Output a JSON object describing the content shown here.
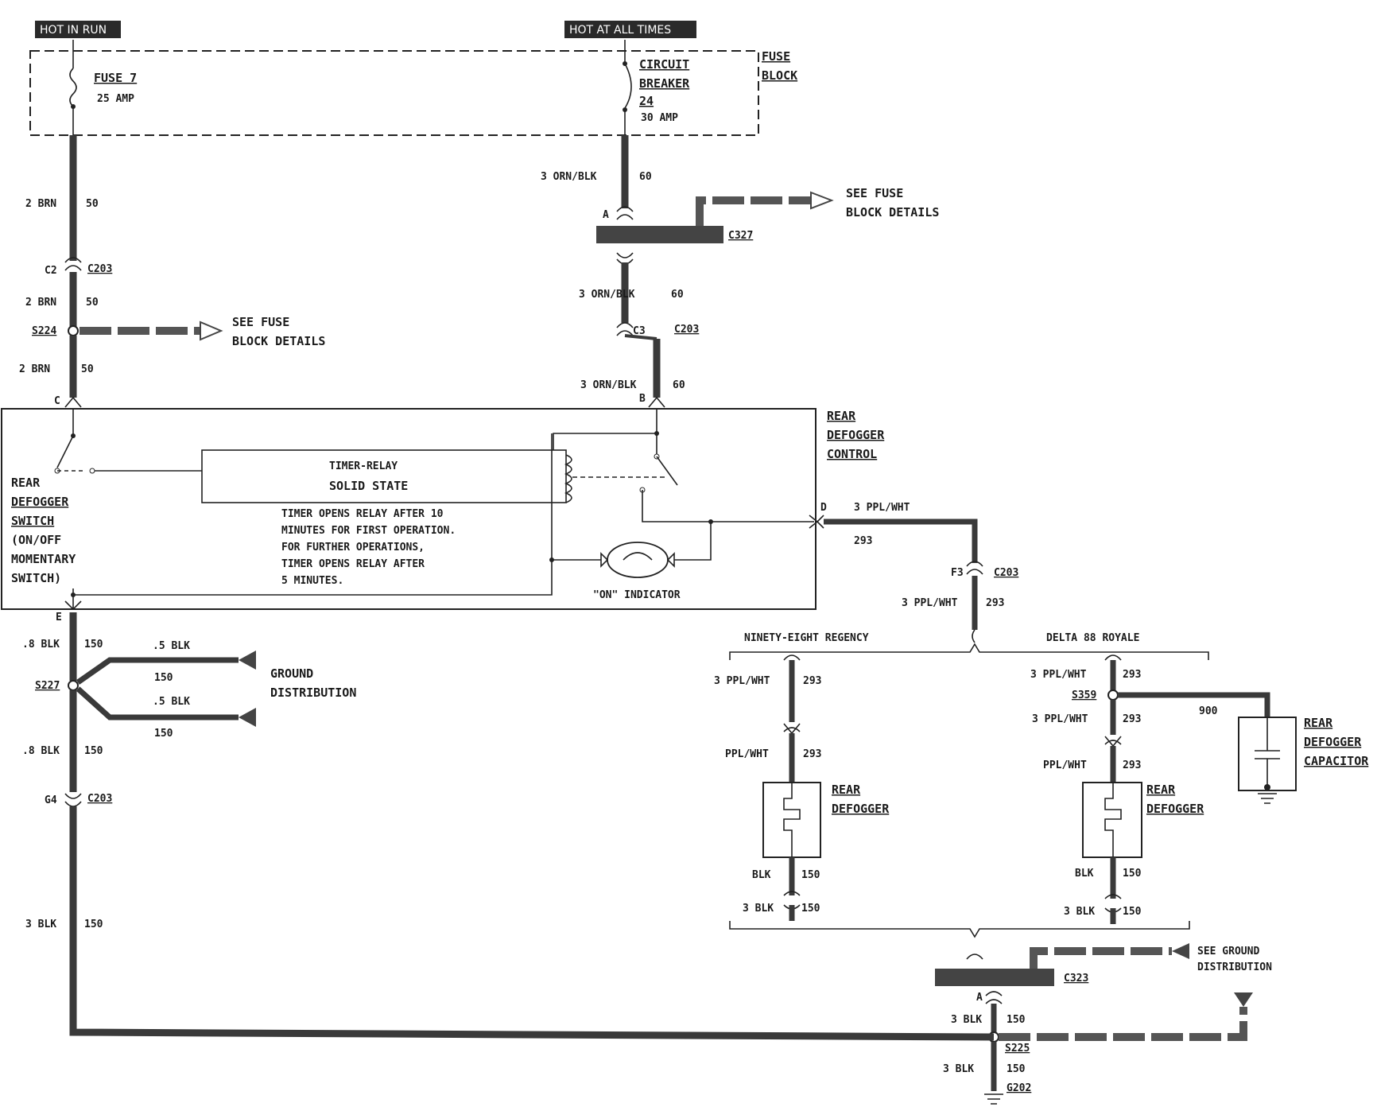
{
  "top_bar": {
    "hot_in_run": "HOT IN RUN",
    "hot_at_all_times": "HOT AT ALL TIMES"
  },
  "fuse_block": {
    "label_1": "FUSE",
    "label_2": "BLOCK",
    "fuse_name": "FUSE 7",
    "fuse_rating": "25 AMP",
    "cb_1": "CIRCUIT",
    "cb_2": "BREAKER",
    "cb_3": "24",
    "cb_rating": "30 AMP"
  },
  "left_wires": {
    "brn_1": "2 BRN",
    "brn_1_num": "50",
    "c2": "C2",
    "c203_a": "C203",
    "brn_2": "2 BRN",
    "brn_2_num": "50",
    "s224": "S224",
    "brn_3": "2 BRN",
    "brn_3_num": "50",
    "pin_c": "C",
    "see_fuse_1": "SEE FUSE",
    "see_fuse_2": "BLOCK DETAILS"
  },
  "center_wires": {
    "orn_1": "3 ORN/BLK",
    "orn_1_num": "60",
    "pin_a": "A",
    "c327": "C327",
    "see_fuse_1": "SEE FUSE",
    "see_fuse_2": "BLOCK DETAILS",
    "orn_2": "3 ORN/BLK",
    "orn_2_num": "60",
    "c3": "C3",
    "c203_b": "C203",
    "orn_3": "3 ORN/BLK",
    "orn_3_num": "60",
    "pin_b": "B"
  },
  "control": {
    "title_1": "REAR",
    "title_2": "DEFOGGER",
    "title_3": "CONTROL",
    "relay_1": "TIMER-RELAY",
    "relay_2": "SOLID STATE",
    "note_1": "TIMER OPENS RELAY AFTER 10",
    "note_2": "MINUTES FOR FIRST OPERATION.",
    "note_3": "FOR FURTHER OPERATIONS,",
    "note_4": "TIMER OPENS RELAY AFTER",
    "note_5": "5 MINUTES.",
    "indicator": "\"ON\" INDICATOR",
    "sw_1": "REAR",
    "sw_2": "DEFOGGER",
    "sw_3": "SWITCH",
    "sw_4": "(ON/OFF",
    "sw_5": "MOMENTARY",
    "sw_6": "SWITCH)",
    "pin_d": "D",
    "pin_e": "E"
  },
  "output": {
    "ppl_1": "3 PPL/WHT",
    "ppl_1_num": "293",
    "f3": "F3",
    "c203_c": "C203",
    "ppl_2": "3 PPL/WHT",
    "ppl_2_num": "293",
    "ninety_eight": "NINETY-EIGHT REGENCY",
    "delta": "DELTA 88 ROYALE",
    "l_ppl_1": "3 PPL/WHT",
    "l_ppl_1_num": "293",
    "l_ppl_2": "PPL/WHT",
    "l_ppl_2_num": "293",
    "l_def_1": "REAR",
    "l_def_2": "DEFOGGER",
    "l_blk_1": "BLK",
    "l_blk_1_num": "150",
    "l_blk_2": "3 BLK",
    "l_blk_2_num": "150",
    "r_ppl_1": "3 PPL/WHT",
    "r_ppl_1_num": "293",
    "s359": "S359",
    "r_ppl_2": "3 PPL/WHT",
    "r_ppl_2_num": "293",
    "cap_num": "900",
    "r_ppl_3": "PPL/WHT",
    "r_ppl_3_num": "293",
    "r_def_1": "REAR",
    "r_def_2": "DEFOGGER",
    "cap_1": "REAR",
    "cap_2": "DEFOGGER",
    "cap_3": "CAPACITOR",
    "r_blk_1": "BLK",
    "r_blk_1_num": "150",
    "r_blk_2": "3 BLK",
    "r_blk_2_num": "150"
  },
  "ground": {
    "blk_1": ".8 BLK",
    "blk_1_num": "150",
    "blk_2": ".5 BLK",
    "blk_2_num": "150",
    "blk_3": ".5 BLK",
    "blk_3_num": "150",
    "gd_1": "GROUND",
    "gd_2": "DISTRIBUTION",
    "s227": "S227",
    "blk_4": ".8 BLK",
    "blk_4_num": "150",
    "g4": "G4",
    "c203_d": "C203",
    "blk_5": "3 BLK",
    "blk_5_num": "150",
    "c323": "C323",
    "pin_a": "A",
    "see_gd_1": "SEE GROUND",
    "see_gd_2": "DISTRIBUTION",
    "blk_6": "3 BLK",
    "blk_6_num": "150",
    "s225": "S225",
    "blk_7": "3 BLK",
    "blk_7_num": "150",
    "g202": "G202"
  }
}
